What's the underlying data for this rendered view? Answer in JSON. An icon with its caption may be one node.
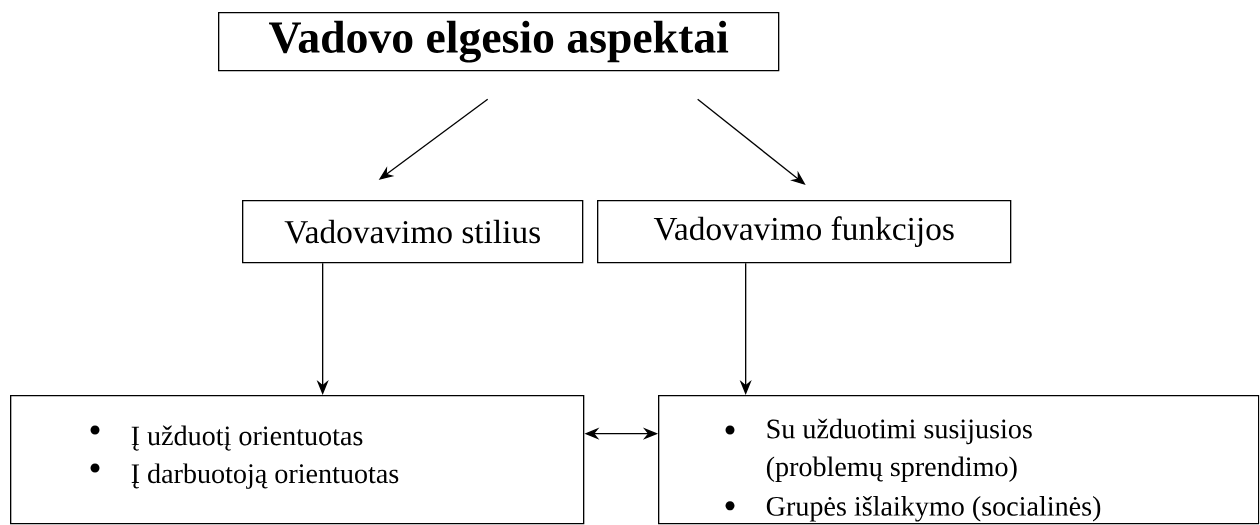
{
  "diagram": {
    "nodes": [
      {
        "text": [
          "Vadovo elgesio aspektai"
        ]
      },
      {
        "text": [
          "Vadovavimo stilius"
        ]
      },
      {
        "text": [
          "Vadovavimo funkcijos"
        ]
      },
      {
        "text": [
          "Į užduotį orientuotas",
          "Į darbuotoją orientuotas"
        ]
      },
      {
        "text": [
          "Su užduotimi susijusios (problemų sprendimo)",
          "Grupės išlaikymo (socialinės)"
        ]
      }
    ],
    "edges": [
      {
        "from": 0,
        "to": 1,
        "arrow": "to"
      },
      {
        "from": 0,
        "to": 2,
        "arrow": "to"
      },
      {
        "from": 1,
        "to": 3,
        "arrow": "to"
      },
      {
        "from": 2,
        "to": 4,
        "arrow": "to"
      },
      {
        "from": 3,
        "to": 4,
        "arrow": "both"
      }
    ]
  }
}
